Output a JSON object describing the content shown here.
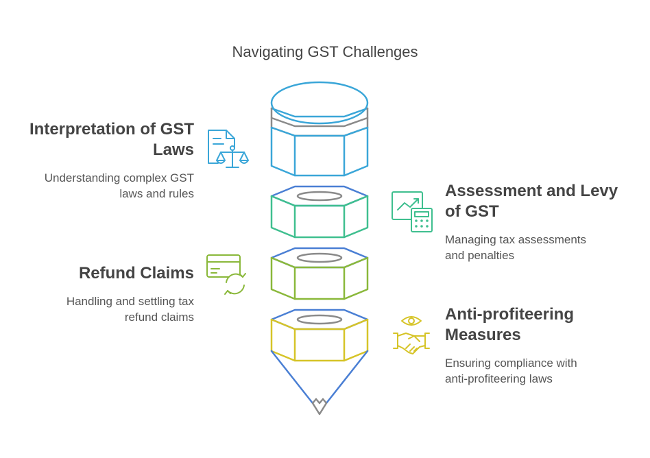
{
  "title": "Navigating GST Challenges",
  "items": [
    {
      "heading_lines": [
        "Interpretation of GST",
        "Laws"
      ],
      "desc_lines": [
        "Understanding complex GST",
        "laws and rules"
      ],
      "icon": "legal-document-scales-icon",
      "color": "#3aa6d8"
    },
    {
      "heading_lines": [
        "Assessment and Levy",
        "of GST"
      ],
      "desc_lines": [
        "Managing tax assessments",
        "and penalties"
      ],
      "icon": "chart-calculator-icon",
      "color": "#3fbf8f"
    },
    {
      "heading_lines": [
        "Refund Claims"
      ],
      "desc_lines": [
        "Handling and settling tax",
        "refund claims"
      ],
      "icon": "card-refresh-icon",
      "color": "#8ab83a"
    },
    {
      "heading_lines": [
        "Anti-profiteering",
        "Measures"
      ],
      "desc_lines": [
        "Ensuring compliance with",
        "anti-profiteering laws"
      ],
      "icon": "eye-handshake-icon",
      "color": "#d6c428"
    }
  ],
  "colors": {
    "blue": "#3aa6d8",
    "gray": "#8a8a8a",
    "green": "#3fbf8f",
    "olive": "#8ab83a",
    "yellow": "#d6c428",
    "indigo": "#4a7fd4"
  }
}
